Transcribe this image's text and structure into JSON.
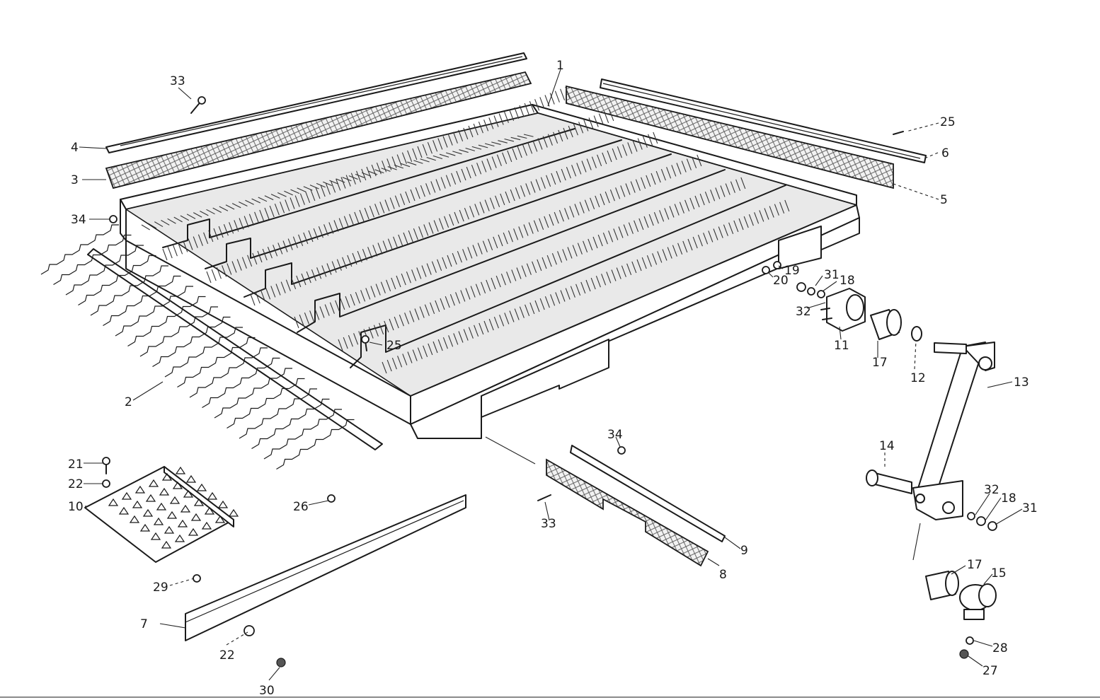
{
  "labels": [
    {
      "id": "1",
      "text": "1"
    },
    {
      "id": "2",
      "text": "2"
    },
    {
      "id": "3",
      "text": "3"
    },
    {
      "id": "4",
      "text": "4"
    },
    {
      "id": "5",
      "text": "5"
    },
    {
      "id": "6",
      "text": "6"
    },
    {
      "id": "7",
      "text": "7"
    },
    {
      "id": "8",
      "text": "8"
    },
    {
      "id": "9",
      "text": "9"
    },
    {
      "id": "10",
      "text": "10"
    },
    {
      "id": "11",
      "text": "11"
    },
    {
      "id": "12",
      "text": "12"
    },
    {
      "id": "13",
      "text": "13"
    },
    {
      "id": "14",
      "text": "14"
    },
    {
      "id": "15",
      "text": "15"
    },
    {
      "id": "17a",
      "text": "17"
    },
    {
      "id": "17b",
      "text": "17"
    },
    {
      "id": "18a",
      "text": "18"
    },
    {
      "id": "18b",
      "text": "18"
    },
    {
      "id": "19",
      "text": "19"
    },
    {
      "id": "20",
      "text": "20"
    },
    {
      "id": "21",
      "text": "21"
    },
    {
      "id": "22a",
      "text": "22"
    },
    {
      "id": "22b",
      "text": "22"
    },
    {
      "id": "25a",
      "text": "25"
    },
    {
      "id": "25b",
      "text": "25"
    },
    {
      "id": "26",
      "text": "26"
    },
    {
      "id": "27",
      "text": "27"
    },
    {
      "id": "28",
      "text": "28"
    },
    {
      "id": "29",
      "text": "29"
    },
    {
      "id": "30",
      "text": "30"
    },
    {
      "id": "31a",
      "text": "31"
    },
    {
      "id": "31b",
      "text": "31"
    },
    {
      "id": "32a",
      "text": "32"
    },
    {
      "id": "32b",
      "text": "32"
    },
    {
      "id": "33a",
      "text": "33"
    },
    {
      "id": "33b",
      "text": "33"
    },
    {
      "id": "34a",
      "text": "34"
    },
    {
      "id": "34b",
      "text": "34"
    }
  ]
}
